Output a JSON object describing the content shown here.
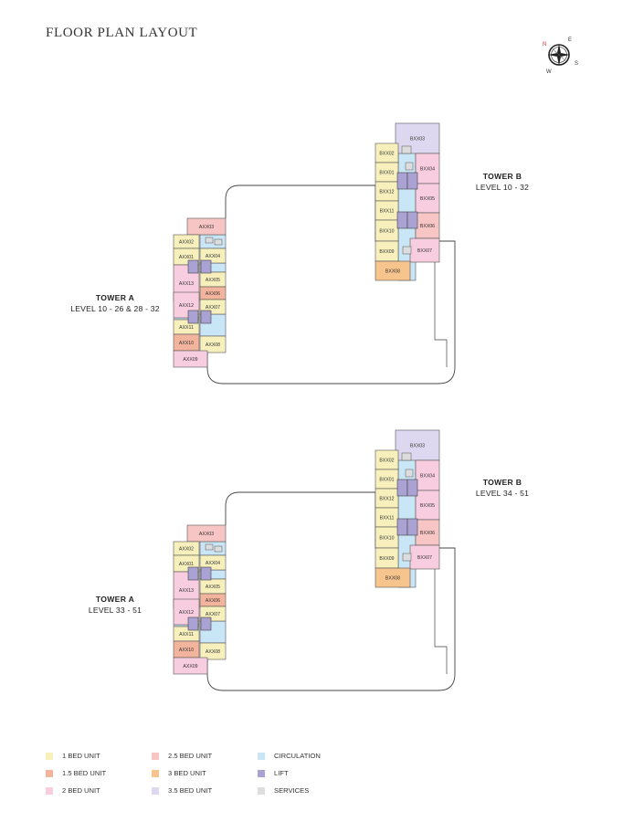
{
  "title": "FLOOR PLAN LAYOUT",
  "compass": {
    "labels": [
      "N",
      "E",
      "S",
      "W"
    ]
  },
  "colors": {
    "one_bed": "#f7f0bd",
    "one_half_bed": "#f2b49c",
    "two_bed": "#f8cde0",
    "two_half_bed": "#f6c5c4",
    "three_bed": "#f7c48d",
    "three_half_bed": "#ddd8ef",
    "circulation": "#c9e6f7",
    "lift": "#a9a2d3",
    "services": "#dddddd"
  },
  "plans": [
    {
      "tower_a": {
        "name": "TOWER A",
        "level": "LEVEL 10 - 26 & 28 - 32"
      },
      "tower_b": {
        "name": "TOWER B",
        "level": "LEVEL 10 - 32"
      }
    },
    {
      "tower_a": {
        "name": "TOWER A",
        "level": "LEVEL 33 - 51"
      },
      "tower_b": {
        "name": "TOWER B",
        "level": "LEVEL 34 - 51"
      }
    }
  ],
  "units_a": [
    {
      "label": "AXX03",
      "type": "two_half_bed"
    },
    {
      "label": "AXX02",
      "type": "one_bed"
    },
    {
      "label": "AXX01",
      "type": "one_bed"
    },
    {
      "label": "AXX04",
      "type": "one_bed"
    },
    {
      "label": "AXX05",
      "type": "one_bed"
    },
    {
      "label": "AXX13",
      "type": "two_bed"
    },
    {
      "label": "AXX06",
      "type": "one_half_bed"
    },
    {
      "label": "AXX12",
      "type": "two_bed"
    },
    {
      "label": "AXX07",
      "type": "one_bed"
    },
    {
      "label": "AXX11",
      "type": "one_bed"
    },
    {
      "label": "AXX08",
      "type": "one_bed"
    },
    {
      "label": "AXX10",
      "type": "one_half_bed"
    },
    {
      "label": "AXX09",
      "type": "two_bed"
    }
  ],
  "units_b": [
    {
      "label": "BXX03",
      "type": "three_half_bed"
    },
    {
      "label": "BXX02",
      "type": "one_bed"
    },
    {
      "label": "BXX04",
      "type": "two_bed"
    },
    {
      "label": "BXX01",
      "type": "one_bed"
    },
    {
      "label": "BXX12",
      "type": "one_bed"
    },
    {
      "label": "BXX05",
      "type": "two_bed"
    },
    {
      "label": "BXX11",
      "type": "one_bed"
    },
    {
      "label": "BXX06",
      "type": "two_half_bed"
    },
    {
      "label": "BXX10",
      "type": "one_bed"
    },
    {
      "label": "BXX09",
      "type": "one_bed"
    },
    {
      "label": "BXX07",
      "type": "two_bed"
    },
    {
      "label": "BXX08",
      "type": "three_bed"
    }
  ],
  "legend": [
    {
      "label": "1 BED UNIT",
      "type": "one_bed"
    },
    {
      "label": "1.5 BED UNIT",
      "type": "one_half_bed"
    },
    {
      "label": "2 BED UNIT",
      "type": "two_bed"
    },
    {
      "label": "2.5 BED UNIT",
      "type": "two_half_bed"
    },
    {
      "label": "3 BED UNIT",
      "type": "three_bed"
    },
    {
      "label": "3.5 BED UNIT",
      "type": "three_half_bed"
    },
    {
      "label": "CIRCULATION",
      "type": "circulation"
    },
    {
      "label": "LIFT",
      "type": "lift"
    },
    {
      "label": "SERVICES",
      "type": "services"
    }
  ]
}
